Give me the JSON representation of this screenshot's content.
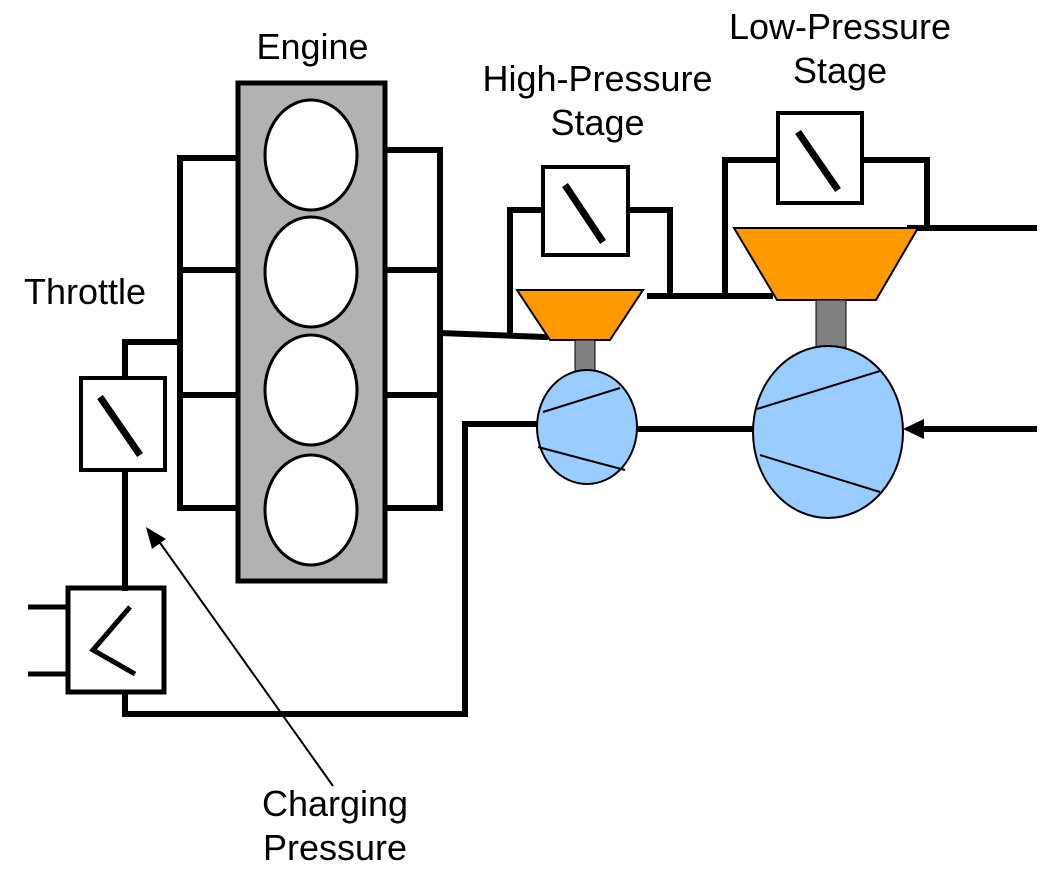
{
  "labels": {
    "engine": "Engine",
    "high_pressure_stage": [
      "High-Pressure",
      "Stage"
    ],
    "low_pressure_stage": [
      "Low-Pressure",
      "Stage"
    ],
    "throttle": "Throttle",
    "charging_pressure": [
      "Charging",
      "Pressure"
    ]
  },
  "colors": {
    "line": "#000000",
    "engine_block": "#b2b2b2",
    "turbine": "#ff9900",
    "compressor": "#99ccff",
    "shaft": "#808080",
    "background": "#ffffff"
  }
}
